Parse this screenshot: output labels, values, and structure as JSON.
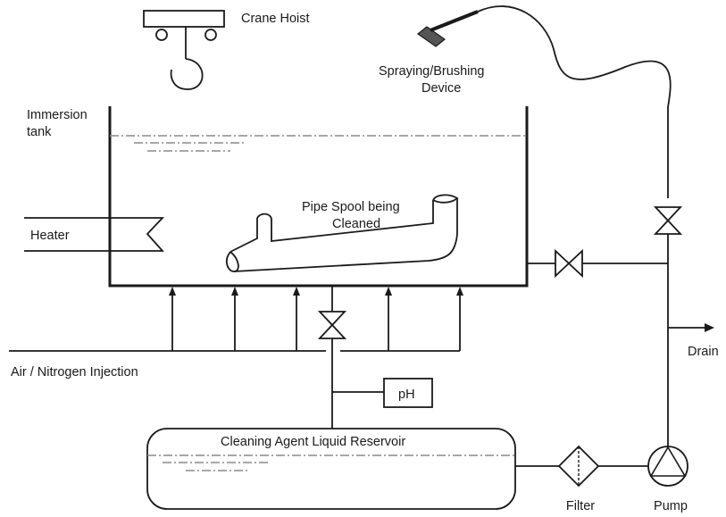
{
  "labels": {
    "crane_hoist": "Crane Hoist",
    "spraying_line1": "Spraying/Brushing",
    "spraying_line2": "Device",
    "immersion_line1": "Immersion",
    "immersion_line2": "tank",
    "pipe_line1": "Pipe Spool being",
    "pipe_line2": "Cleaned",
    "heater": "Heater",
    "air_injection": "Air / Nitrogen Injection",
    "ph": "pH",
    "reservoir": "Cleaning Agent Liquid Reservoir",
    "drain": "Drain",
    "filter": "Filter",
    "pump": "Pump"
  }
}
